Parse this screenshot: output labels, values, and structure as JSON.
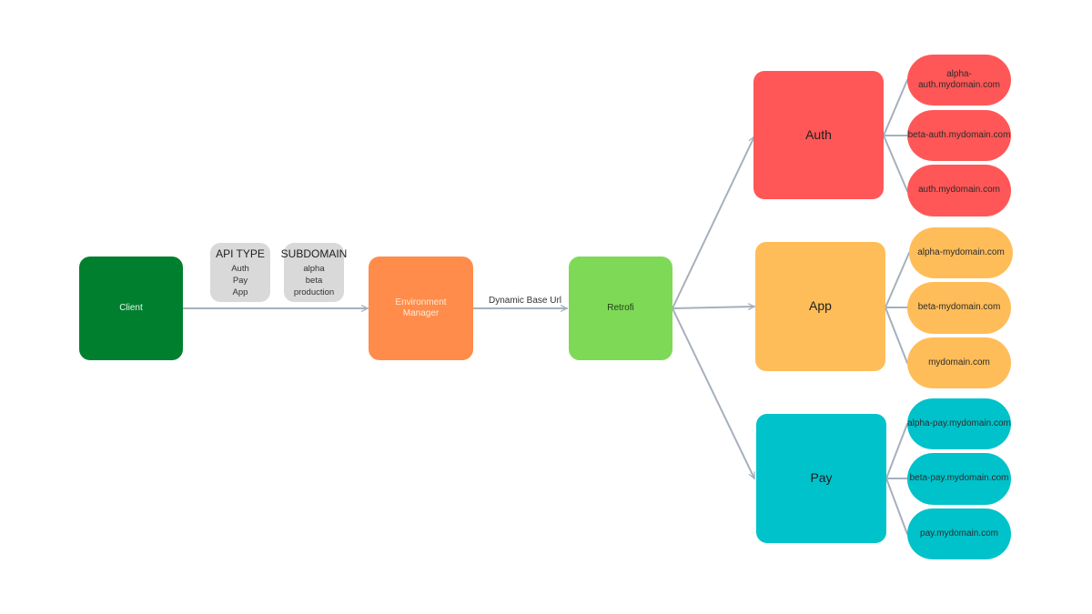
{
  "nodes": {
    "client": "Client",
    "environment_manager": "Environment Manager",
    "retrofit": "Retrofi",
    "auth": "Auth",
    "app": "App",
    "pay": "Pay"
  },
  "parameters": {
    "api_type": {
      "title": "API TYPE",
      "items": [
        "Auth",
        "Pay",
        "App"
      ]
    },
    "subdomain": {
      "title": "SUBDOMAIN",
      "items": [
        "alpha",
        "beta",
        "production"
      ]
    }
  },
  "edge_labels": {
    "dynamic_base_url": "Dynamic Base Url"
  },
  "domains": {
    "auth": [
      "alpha-auth.mydomain.com",
      "beta-auth.mydomain.com",
      "auth.mydomain.com"
    ],
    "app": [
      "alpha-mydomain.com",
      "beta-mydomain.com",
      "mydomain.com"
    ],
    "pay": [
      "alpha-pay.mydomain.com",
      "beta-pay.mydomain.com",
      "pay.mydomain.com"
    ]
  },
  "colors": {
    "client": "#00802f",
    "environment_manager": "#ff8c4a",
    "retrofit": "#7ed957",
    "auth": "#ff5757",
    "app": "#ffbd59",
    "pay": "#00c2cb",
    "parameter_box": "#d9d9d9",
    "connector": "#a6b0bc"
  }
}
